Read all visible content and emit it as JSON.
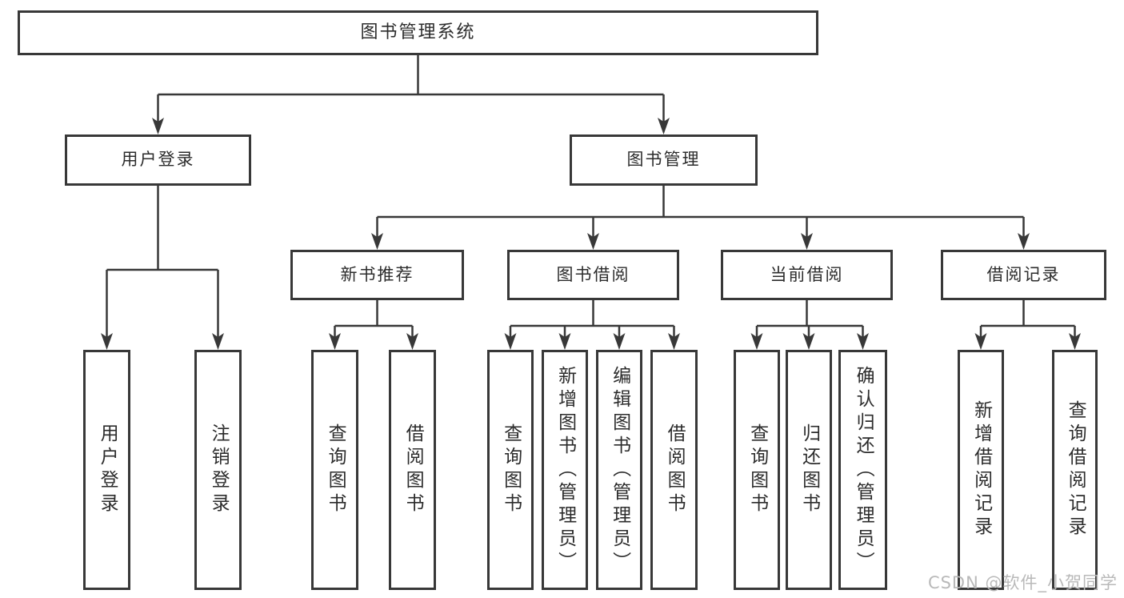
{
  "colors": {
    "line": "#383838",
    "box_border": "#383838",
    "box_fill": "#ffffff",
    "text": "#2c2c2c",
    "watermark": "#b9b9b9",
    "background": "#ffffff"
  },
  "watermark": "CSDN @软件_小贺同学",
  "nodes": {
    "root": {
      "label": "图书管理系统"
    },
    "user_login": {
      "label": "用户登录"
    },
    "book_mgmt": {
      "label": "图书管理"
    },
    "new_rec": {
      "label": "新书推荐"
    },
    "borrow": {
      "label": "图书借阅"
    },
    "current": {
      "label": "当前借阅"
    },
    "records": {
      "label": "借阅记录"
    },
    "ul_login": {
      "label": "用户登录"
    },
    "ul_logout": {
      "label": "注销登录"
    },
    "nr_query": {
      "label": "查询图书"
    },
    "nr_borrow": {
      "label": "借阅图书"
    },
    "bb_query": {
      "label": "查询图书"
    },
    "bb_add": {
      "label": "新增图书（管理员）"
    },
    "bb_edit": {
      "label": "编辑图书（管理员）"
    },
    "bb_borrow": {
      "label": "借阅图书"
    },
    "cb_query": {
      "label": "查询图书"
    },
    "cb_return": {
      "label": "归还图书"
    },
    "cb_confirm": {
      "label": "确认归还（管理员）"
    },
    "br_add": {
      "label": "新增借阅记录"
    },
    "br_query": {
      "label": "查询借阅记录"
    }
  },
  "hierarchy": {
    "root": [
      "user_login",
      "book_mgmt"
    ],
    "user_login": [
      "ul_login",
      "ul_logout"
    ],
    "book_mgmt": [
      "new_rec",
      "borrow",
      "current",
      "records"
    ],
    "new_rec": [
      "nr_query",
      "nr_borrow"
    ],
    "borrow": [
      "bb_query",
      "bb_add",
      "bb_edit",
      "bb_borrow"
    ],
    "current": [
      "cb_query",
      "cb_return",
      "cb_confirm"
    ],
    "records": [
      "br_add",
      "br_query"
    ]
  }
}
